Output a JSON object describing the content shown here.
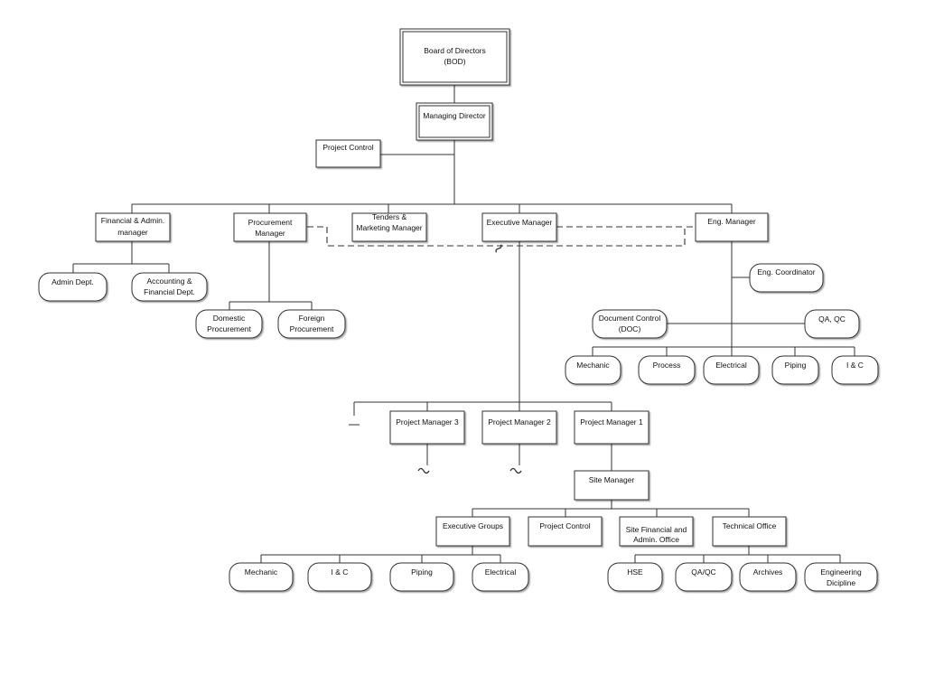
{
  "org": {
    "bod": [
      "Board of Directors",
      "(BOD)"
    ],
    "md": "Managing Director",
    "project_control_top": "Project Control",
    "financial_admin_manager": [
      "Financial & Admin.",
      "manager"
    ],
    "procurement_manager": [
      "Procurement",
      "Manager"
    ],
    "tenders_marketing_manager": [
      "Tenders &",
      "Marketing Manager"
    ],
    "executive_manager": "Executive Manager",
    "eng_manager": "Eng. Manager",
    "admin_dept": "Admin Dept.",
    "accounting_financial_dept": [
      "Accounting &",
      "Financial Dept."
    ],
    "domestic_procurement": [
      "Domestic",
      "Procurement"
    ],
    "foreign_procurement": [
      "Foreign",
      "Procurement"
    ],
    "eng_coordinator": "Eng. Coordinator",
    "document_control": [
      "Document Control",
      "(DOC)"
    ],
    "qa_qc_eng": "QA, QC",
    "eng_mechanic": "Mechanic",
    "eng_process": "Process",
    "eng_electrical": "Electrical",
    "eng_piping": "Piping",
    "eng_ic": "I & C",
    "project_manager_3": "Project Manager 3",
    "project_manager_2": "Project Manager 2",
    "project_manager_1": "Project Manager 1",
    "site_manager": "Site Manager",
    "executive_groups": "Executive Groups",
    "project_control_site": "Project Control",
    "site_financial_admin": [
      "Site Financial and",
      "Admin. Office"
    ],
    "technical_office": "Technical Office",
    "site_mechanic": "Mechanic",
    "site_ic": "I & C",
    "site_piping": "Piping",
    "site_electrical": "Electrical",
    "hse": "HSE",
    "qa_qc_site": "QA/QC",
    "archives": "Archives",
    "engineering_discipline": [
      "Engineering",
      "Dicipline"
    ]
  }
}
